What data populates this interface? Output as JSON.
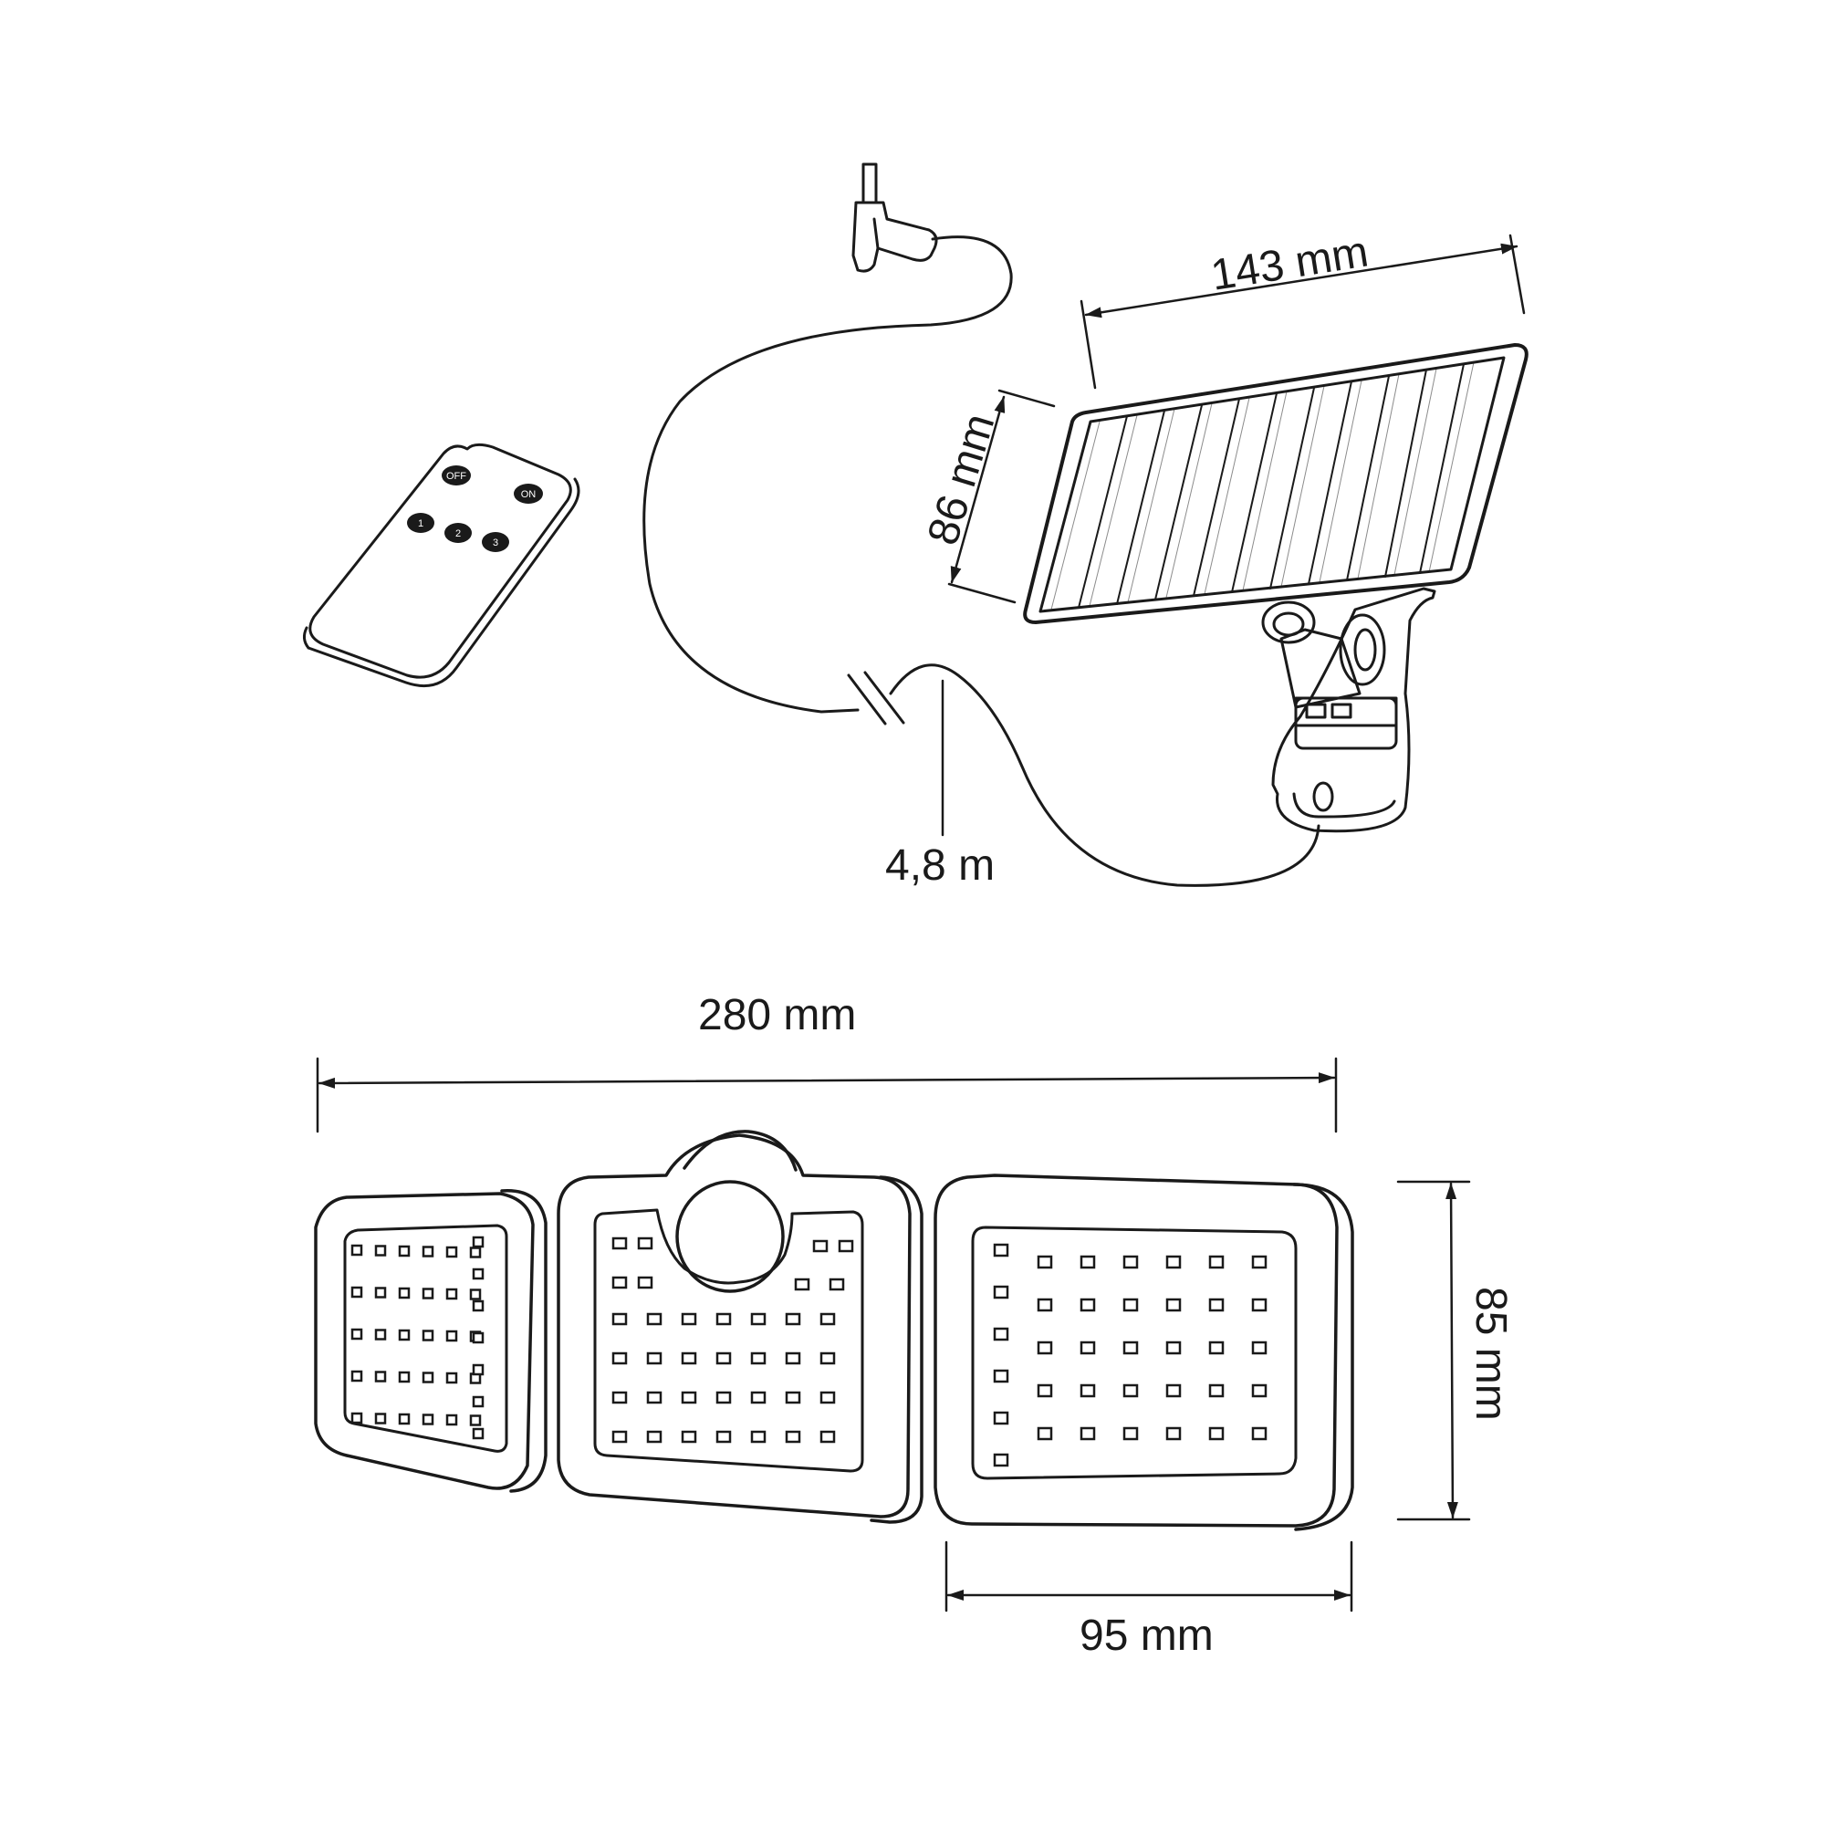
{
  "colors": {
    "line": "#1a1a1a",
    "background": "#ffffff"
  },
  "remote": {
    "buttons": {
      "off": "OFF",
      "on": "ON",
      "b1": "1",
      "b2": "2",
      "b3": "3"
    }
  },
  "dimensions": {
    "panel_width": "143 mm",
    "panel_height": "86 mm",
    "cable_length": "4,8 m",
    "lamp_total_width": "280 mm",
    "lamp_height": "85 mm",
    "lamp_side_width": "95 mm"
  }
}
